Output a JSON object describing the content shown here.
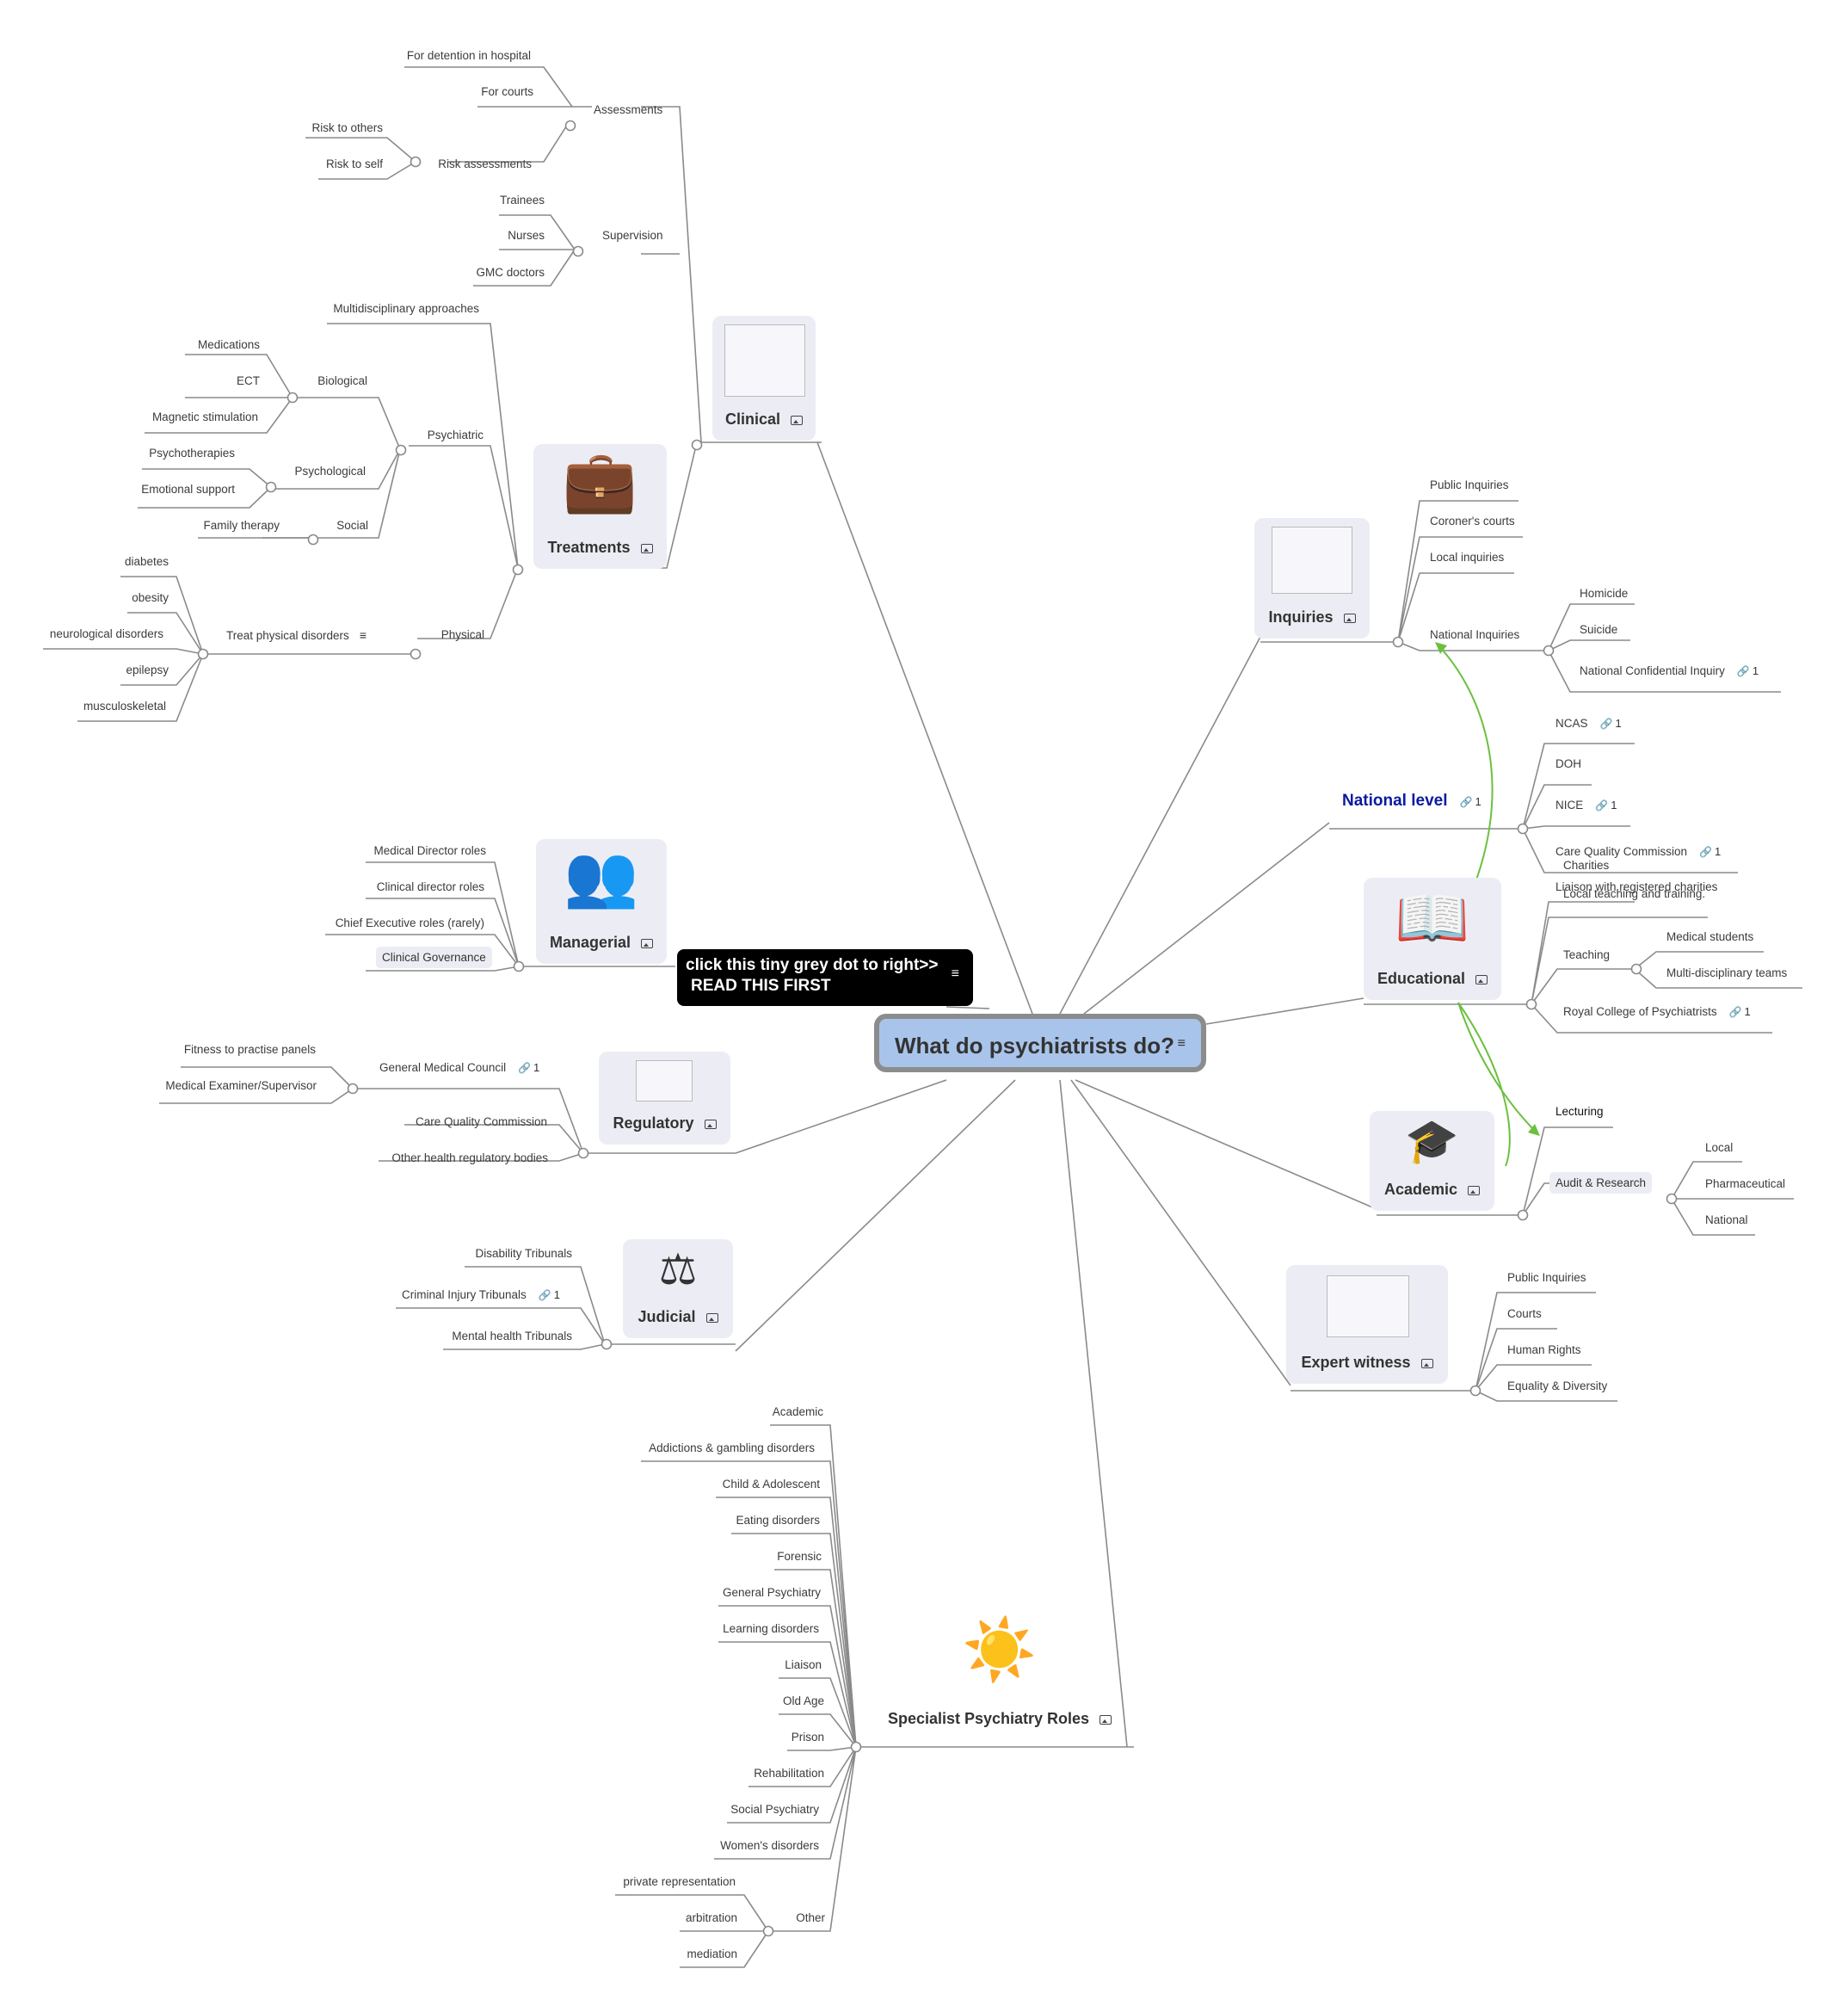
{
  "central": {
    "title": "What do psychiatrists do?",
    "note_icon": "note-icon"
  },
  "note": {
    "line1": "click this tiny grey dot to right>>",
    "line2": "READ THIS FIRST"
  },
  "branches": {
    "clinical": "Clinical",
    "treatments": "Treatments",
    "managerial": "Managerial",
    "regulatory": "Regulatory",
    "judicial": "Judicial",
    "specialist": "Specialist Psychiatry Roles",
    "inquiries": "Inquiries",
    "national": "National level",
    "national_count": "1",
    "educational": "Educational",
    "academic": "Academic",
    "expert": "Expert witness"
  },
  "clinical": {
    "assessments": "Assessments",
    "detention": "For detention in hospital",
    "courts": "For courts",
    "risk": "Risk assessments",
    "risk_others": "Risk to others",
    "risk_self": "Risk to self",
    "supervision": "Supervision",
    "trainees": "Trainees",
    "nurses": "Nurses",
    "gmc": "GMC doctors"
  },
  "treatments": {
    "multi": "Multidisciplinary approaches",
    "psychiatric": "Psychiatric",
    "biological": "Biological",
    "medications": "Medications",
    "ect": "ECT",
    "magnetic": "Magnetic stimulation",
    "psychological": "Psychological",
    "psychotherapies": "Psychotherapies",
    "emotional": "Emotional support",
    "social": "Social",
    "family": "Family therapy",
    "physical": "Physical",
    "treat_physical": "Treat physical disorders",
    "diabetes": "diabetes",
    "obesity": "obesity",
    "neuro": "neurological disorders",
    "epilepsy": "epilepsy",
    "musculo": "musculoskeletal"
  },
  "managerial": {
    "md": "Medical Director roles",
    "cd": "Clinical director roles",
    "ce": "Chief Executive roles (rarely)",
    "cg": "Clinical Governance"
  },
  "regulatory": {
    "gmc": "General Medical Council",
    "gmc_count": "1",
    "fitness": "Fitness to practise panels",
    "examiner": "Medical Examiner/Supervisor",
    "cqc": "Care Quality Commission",
    "other": "Other health regulatory bodies"
  },
  "judicial": {
    "disability": "Disability Tribunals",
    "criminal": "Criminal Injury Tribunals",
    "criminal_count": "1",
    "mental": "Mental health Tribunals"
  },
  "specialist": {
    "items": [
      "Academic",
      "Addictions & gambling disorders",
      "Child & Adolescent",
      "Eating disorders",
      "Forensic",
      "General Psychiatry",
      "Learning disorders",
      "Liaison",
      "Old Age",
      "Prison",
      "Rehabilitation",
      "Social Psychiatry",
      "Women's disorders"
    ],
    "other": "Other",
    "other_items": [
      "private representation",
      "arbitration",
      "mediation"
    ]
  },
  "inquiries": {
    "public": "Public Inquiries",
    "coroner": "Coroner's courts",
    "local": "Local inquiries",
    "national": "National Inquiries",
    "homicide": "Homicide",
    "suicide": "Suicide",
    "nci": "National Confidential Inquiry",
    "nci_count": "1"
  },
  "national": {
    "ncas": "NCAS",
    "ncas_count": "1",
    "doh": "DOH",
    "nice": "NICE",
    "nice_count": "1",
    "cqc": "Care Quality Commission",
    "cqc_count": "1"
  },
  "educational": {
    "charities": "Charities",
    "liaison": "Liaison with registered charities",
    "local": "Local teaching and training.",
    "teaching": "Teaching",
    "med_students": "Medical students",
    "mdt": "Multi-disciplinary teams",
    "rcp": "Royal College of Psychiatrists",
    "rcp_count": "1"
  },
  "academic": {
    "lecturing": "Lecturing",
    "audit": "Audit & Research",
    "local": "Local",
    "pharma": "Pharmaceutical",
    "national": "National"
  },
  "expert": {
    "public": "Public Inquiries",
    "courts": "Courts",
    "hr": "Human Rights",
    "ed": "Equality & Diversity"
  },
  "colors": {
    "line": "#8a8a8a",
    "relation": "#6cc040",
    "central_fill": "#a8c4ea",
    "national_text": "#0a1aa0",
    "card_fill": "#ecedf4"
  }
}
